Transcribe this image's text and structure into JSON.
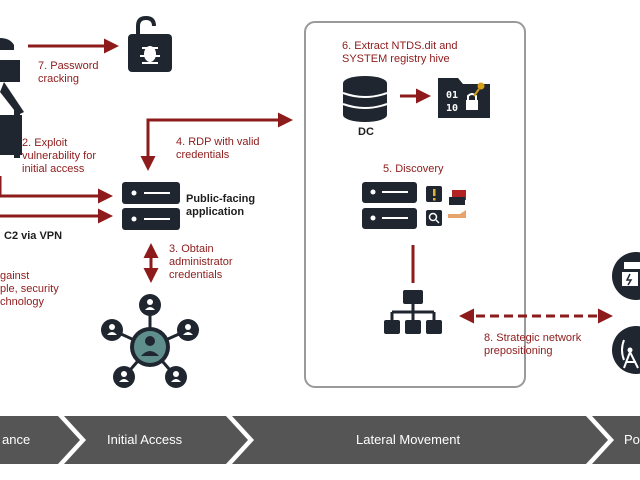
{
  "steps": {
    "password_cracking": "7. Password\ncracking",
    "exploit": "2. Exploit\nvulnerability for\ninitial access",
    "rdp": "4. RDP with valid\ncredentials",
    "extract": "6. Extract NTDS.dit and\nSYSTEM registry hive",
    "discovery": "5. Discovery",
    "obtain_admin": "3. Obtain\nadministrator\ncredentials",
    "strategic": "8. Strategic network\nprepositioning",
    "against_partial": "gainst\nple, security\nchnology"
  },
  "labels": {
    "public_facing": "Public-facing\napplication",
    "c2_vpn": "C2 via VPN",
    "dc": "DC"
  },
  "phases": [
    "ance",
    "Initial Access",
    "Lateral Movement",
    "Po"
  ],
  "colors": {
    "accent_red": "#8e1b1b",
    "icon_dark": "#1f2630",
    "phase_gray": "#555555",
    "node_teal": "#5f8f8c"
  }
}
